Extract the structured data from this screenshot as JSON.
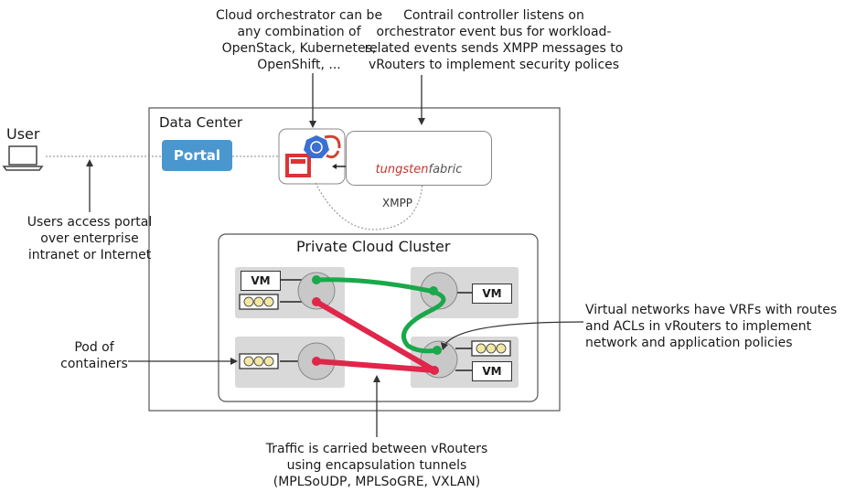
{
  "labels": {
    "orchestrator_note": [
      "Cloud orchestrator can be",
      "any combination of",
      "OpenStack, Kubernetes,",
      "OpenShift, ..."
    ],
    "controller_note": [
      "Contrail controller listens on",
      "orchestrator event bus for workload-",
      "related events sends XMPP messages to",
      "vRouters to implement security polices"
    ],
    "user": "User",
    "data_center": "Data Center",
    "portal": "Portal",
    "tungsten_brand": "tungstenfabric",
    "tungsten_brand_a": "tungsten",
    "tungsten_brand_b": "fabric",
    "xmpp": "XMPP",
    "user_access_note": [
      "Users access portal",
      "over enterprise",
      "intranet or Internet"
    ],
    "private_cluster": "Private Cloud Cluster",
    "pod_note": [
      "Pod of",
      "containers"
    ],
    "vrf_note": [
      "Virtual networks have VRFs with routes",
      "and ACLs in vRouters to implement",
      "network and application policies"
    ],
    "traffic_note": [
      "Traffic is carried between vRouters",
      "using encapsulation tunnels",
      "(MPLSoUDP, MPLSoGRE, VXLAN)"
    ],
    "vm": "VM"
  },
  "colors": {
    "portal": "#4a97cf",
    "green_tunnel": "#1aa84a",
    "red_tunnel": "#e0264a",
    "tungsten_red": "#c9342b",
    "node_bg": "#d9d9d9"
  },
  "icons": [
    "laptop-icon",
    "openstack-icon",
    "kubernetes-icon",
    "openshift-icon",
    "tungsten-logo-icon",
    "vrouter-icon"
  ]
}
